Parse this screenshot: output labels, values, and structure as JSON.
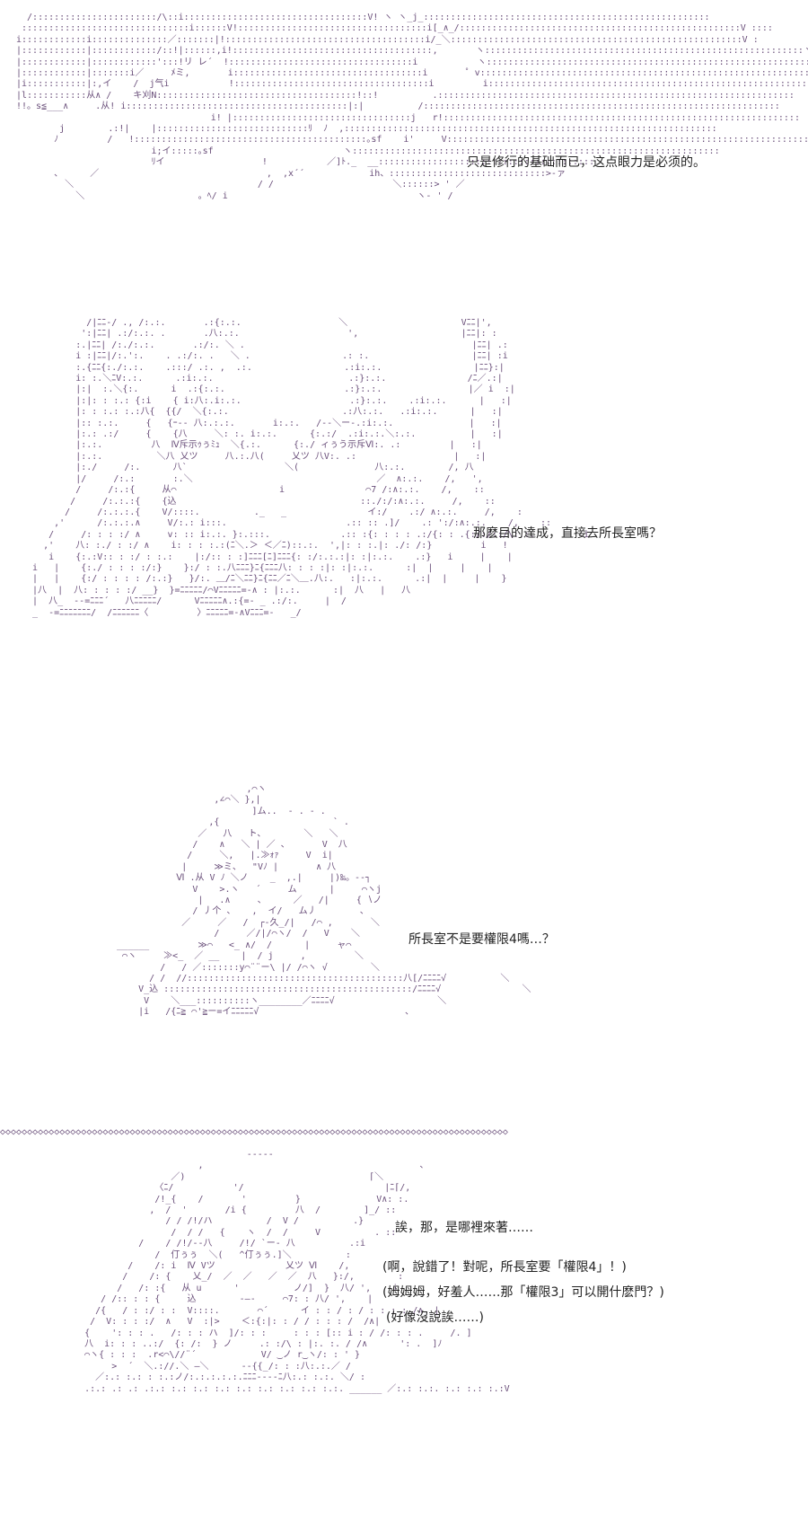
{
  "panels": [
    {
      "caption": "只是修行的基础而已，这点眼力是必须的。"
    },
    {
      "caption": "那麽目的達成，直接去所長室嗎？"
    },
    {
      "caption": "所長室不是要權限4嗎…？"
    },
    {
      "captions": [
        "誒，那，是哪裡來著……",
        "(啊，說錯了！對呢，所長室要「權限4」！)",
        "(姆姆姆，好羞人……那「權限3」可以開什麽門？)",
        "(好像沒說誒……)"
      ]
    }
  ],
  "divider": "◇◇◇◇◇◇◇◇◇◇◇◇◇◇◇◇◇◇◇◇◇◇◇◇◇◇◇◇◇◇◇◇◇◇◇◇◇◇◇◇◇◇◇◇◇◇◇◇◇◇◇◇◇◇◇◇◇◇◇◇◇◇◇◇◇◇◇◇◇◇◇◇◇◇◇◇◇◇◇◇◇◇◇◇◇◇◇◇◇◇◇◇◇◇",
  "colors": {
    "art": "#6a4f7a",
    "text": "#222222",
    "background": "#ffffff"
  }
}
